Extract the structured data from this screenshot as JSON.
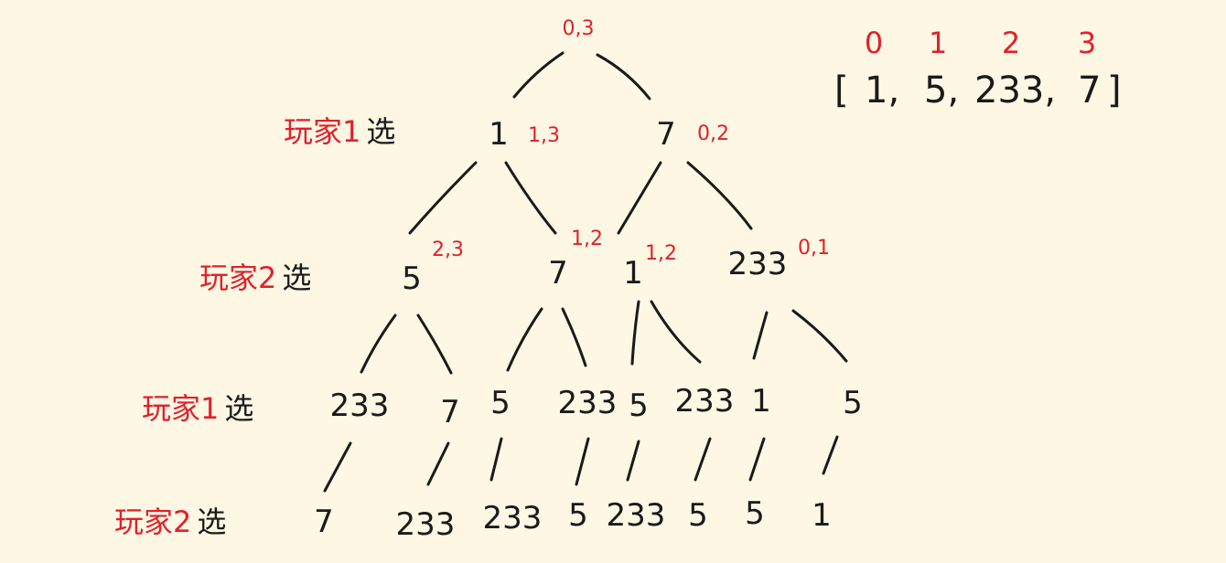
{
  "array_panel": {
    "indices": [
      "0",
      "1",
      "2",
      "3"
    ],
    "open_bracket": "[",
    "close_bracket": "]",
    "values": [
      "1,",
      "5,",
      "233,",
      "7"
    ]
  },
  "levels": [
    {
      "player": "玩家1",
      "suffix": "选"
    },
    {
      "player": "玩家2",
      "suffix": "选"
    },
    {
      "player": "玩家1",
      "suffix": "选"
    },
    {
      "player": "玩家2",
      "suffix": "选"
    }
  ],
  "root": {
    "range": "0,3"
  },
  "level1": [
    {
      "value": "1",
      "range": "1,3"
    },
    {
      "value": "7",
      "range": "0,2"
    }
  ],
  "level2": [
    {
      "value": "5",
      "range": "2,3"
    },
    {
      "value": "7",
      "range": "1,2"
    },
    {
      "value": "1",
      "range": "1,2"
    },
    {
      "value": "233",
      "range": "0,1"
    }
  ],
  "level3": [
    "233",
    "7",
    "5",
    "233",
    "5",
    "233",
    "1",
    "5"
  ],
  "level4": [
    "7",
    "233",
    "233",
    "5",
    "233",
    "5",
    "5",
    "1"
  ],
  "colors": {
    "background": "#fdf7e4",
    "accent": "#e0212b",
    "ink": "#1a1a1a"
  }
}
